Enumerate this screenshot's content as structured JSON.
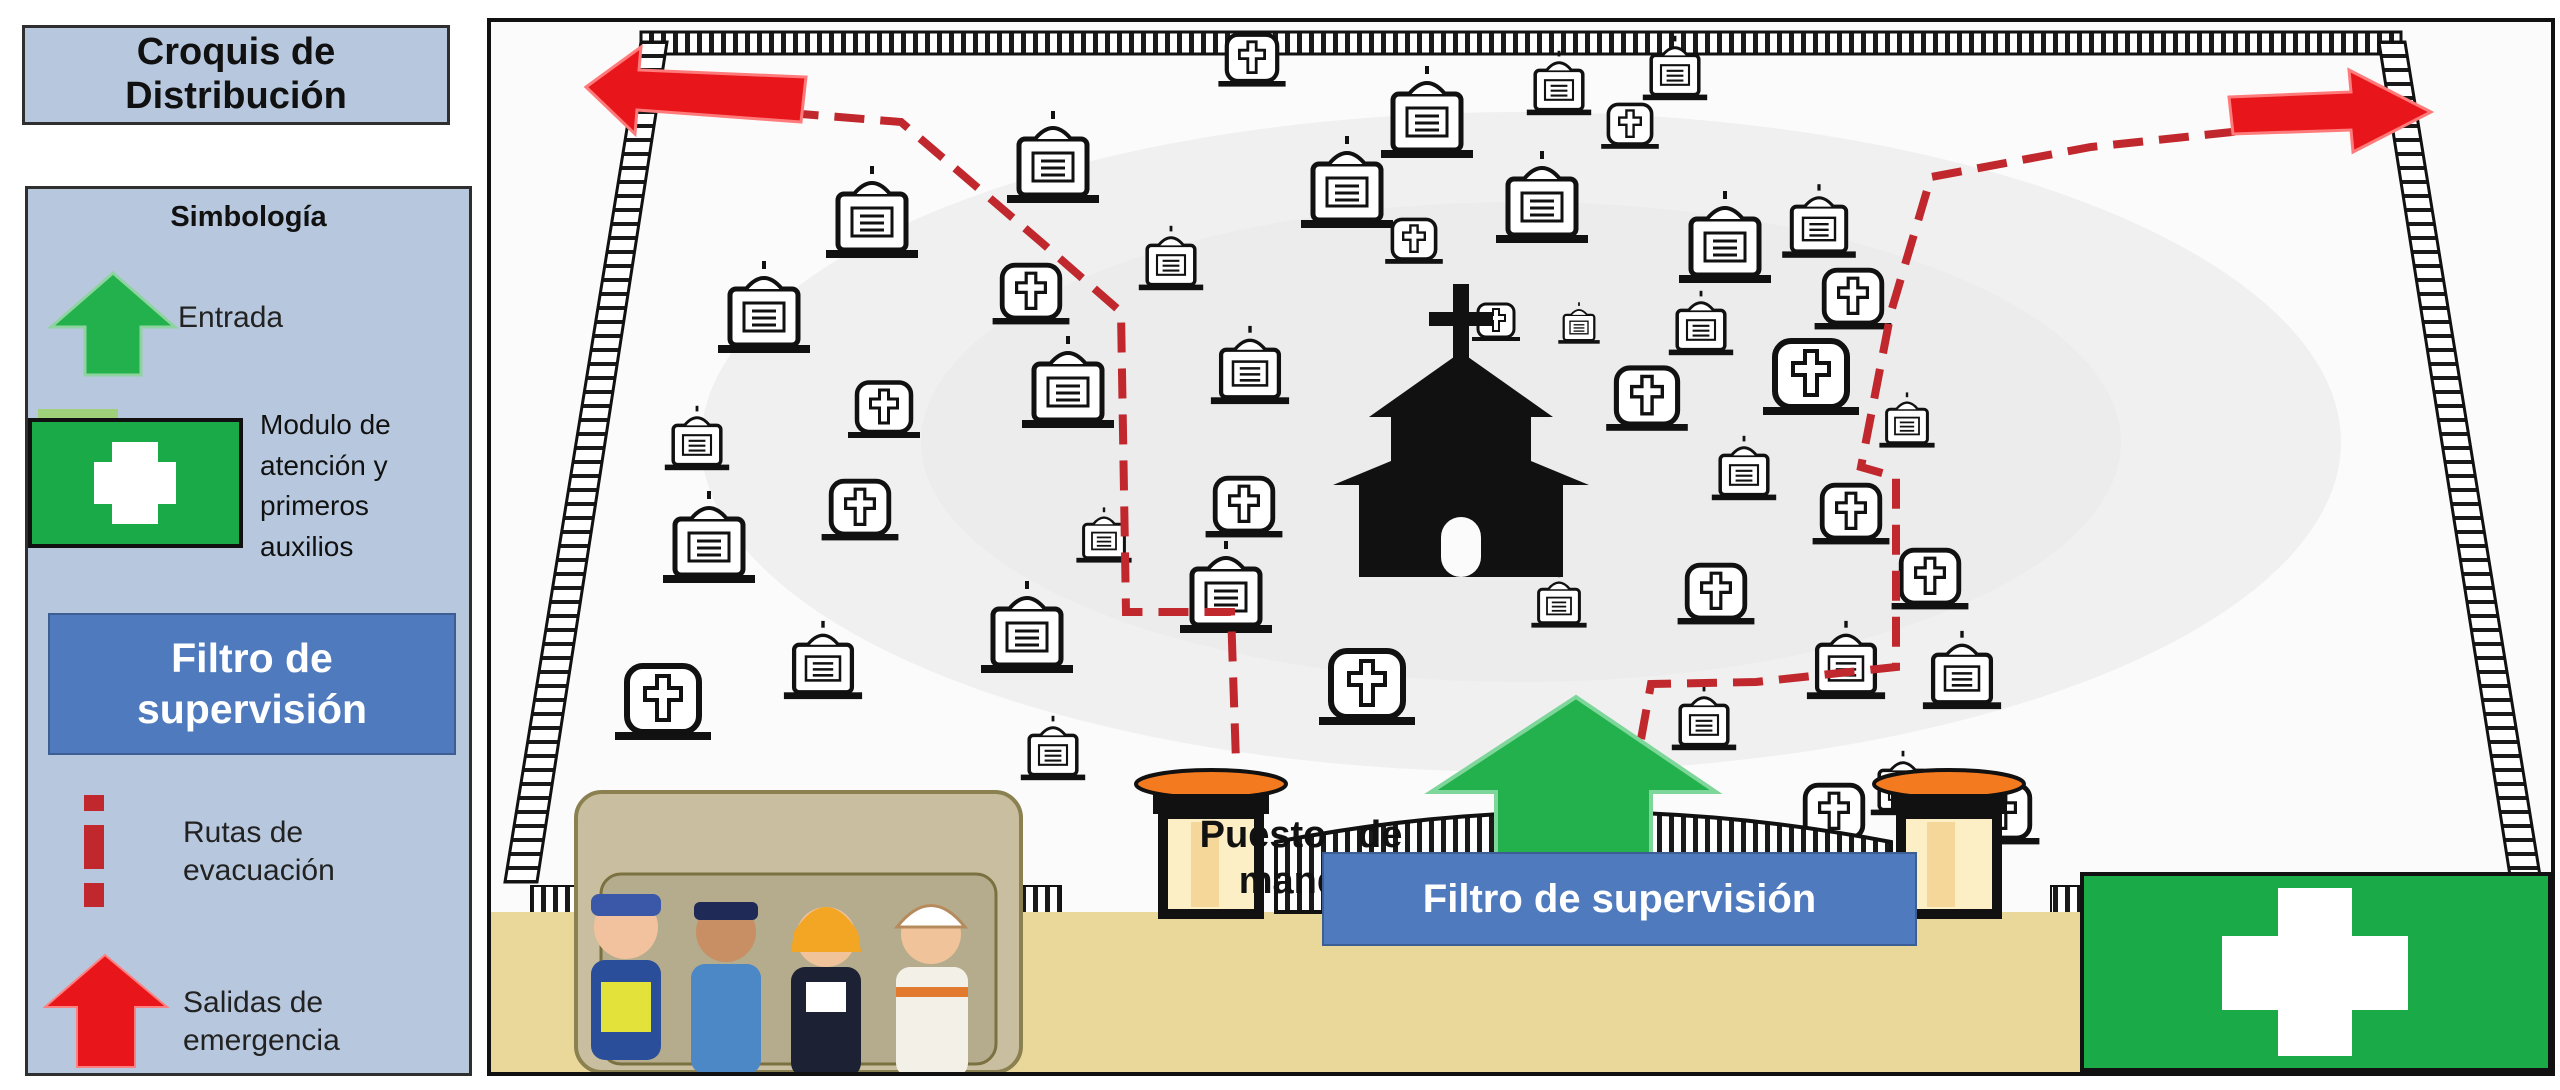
{
  "title": "Croquis de Distribución",
  "legend": {
    "heading": "Simbología",
    "entrada": "Entrada",
    "modulo": [
      "Modulo de",
      "atención y",
      "primeros",
      "auxilios"
    ],
    "filtro": [
      "Filtro de",
      "supervisión"
    ],
    "rutas": [
      "Rutas de",
      "evacuación"
    ],
    "salidas": [
      "Salidas de",
      "emergencia"
    ]
  },
  "map": {
    "filtro_label": "Filtro de supervisión",
    "puesto": [
      "Puesto   de",
      "mando"
    ]
  },
  "colors": {
    "panel": "#b7c8de",
    "filter_blue": "#4f7bbe",
    "first_aid_green": "#1aaa48",
    "entry_green": "#22b14c",
    "route_red": "#c0282d",
    "exit_red": "#e8161b"
  }
}
